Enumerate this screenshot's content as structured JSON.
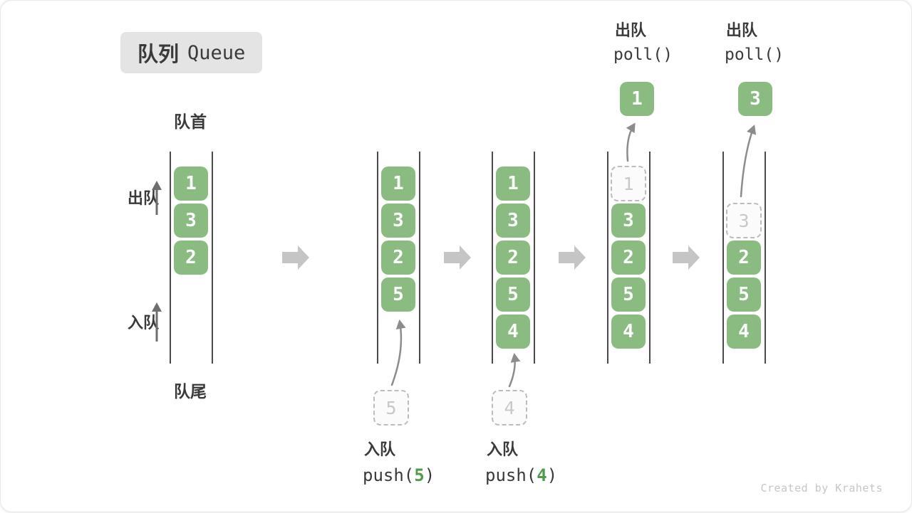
{
  "title_badge": {
    "zh": "队列",
    "en": "Queue"
  },
  "labels": {
    "front": "队首",
    "rear": "队尾",
    "dequeue_side": "出队",
    "enqueue_side": "入队"
  },
  "colors": {
    "box_green": "#8abc82",
    "accent_green": "#4f9d4a",
    "block_arrow_gray": "#c5c5c5",
    "ink": "#3a3a3a"
  },
  "states": [
    {
      "items": [
        "1",
        "3",
        "2"
      ]
    },
    {
      "items": [
        "1",
        "3",
        "2",
        "5"
      ],
      "incoming_value": "5",
      "caption": {
        "zh": "入队",
        "fn_open": "push(",
        "arg": "5",
        "fn_close": ")"
      }
    },
    {
      "items": [
        "1",
        "3",
        "2",
        "5",
        "4"
      ],
      "incoming_value": "4",
      "caption": {
        "zh": "入队",
        "fn_open": "push(",
        "arg": "4",
        "fn_close": ")"
      }
    },
    {
      "items": [
        "3",
        "2",
        "5",
        "4"
      ],
      "ghost_value": "1",
      "popped_value": "1",
      "header": {
        "zh": "出队",
        "fn": "poll()"
      }
    },
    {
      "items": [
        "2",
        "5",
        "4"
      ],
      "ghost_value": "3",
      "popped_value": "3",
      "header": {
        "zh": "出队",
        "fn": "poll()"
      }
    }
  ],
  "watermark": "Created by Krahets"
}
